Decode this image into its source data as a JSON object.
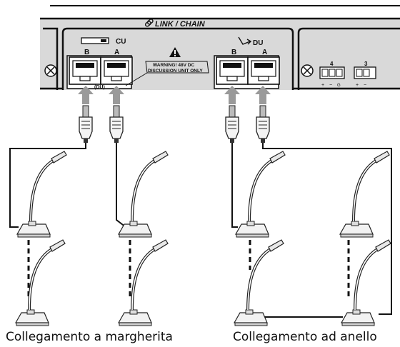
{
  "panel": {
    "section_title": "LINK / CHAIN",
    "cu": {
      "label": "CU",
      "port_b": "B",
      "port_a": "A",
      "sub_label": "(DU)"
    },
    "du": {
      "label": "DU",
      "port_b": "B",
      "port_a": "A"
    },
    "warning_line1": "WARNING! 48V DC",
    "warning_line2": "DISCUSSION UNIT ONLY",
    "terminal_block": {
      "number_4": "4",
      "number_3": "3",
      "plus": "+",
      "minus": "−",
      "ground": "G"
    }
  },
  "captions": {
    "daisy_chain": "Collegamento a margherita",
    "ring": "Collegamento ad anello"
  },
  "icons": [
    "link-icon",
    "warning-icon",
    "du-arrow-icon",
    "screw-icon",
    "rj45-plug-icon",
    "microphone-unit-icon"
  ],
  "colors": {
    "panel": "#d9d9d9",
    "border": "#111111",
    "background": "#ffffff"
  }
}
